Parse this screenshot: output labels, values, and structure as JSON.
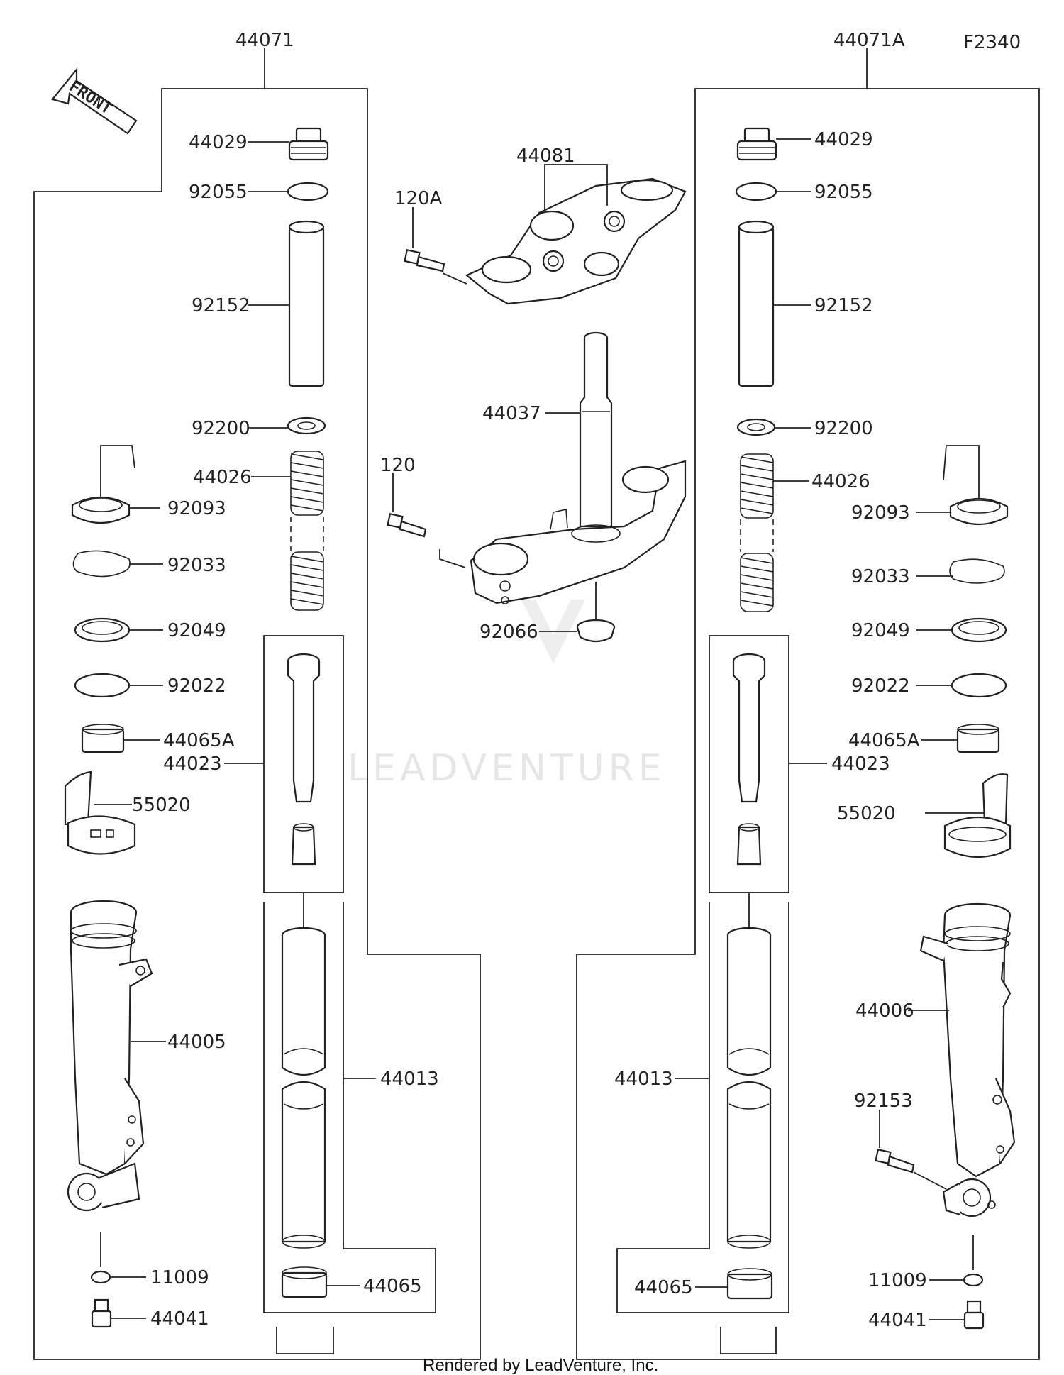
{
  "diagram_code": "F2340",
  "watermark": "LEADVENTURE",
  "footer": "Rendered by LeadVenture, Inc.",
  "front_arrow": "FRONT",
  "assemblies": {
    "left": "44071",
    "right": "44071A"
  },
  "labels": {
    "l_44029": "44029",
    "l_92055": "92055",
    "l_92152": "92152",
    "l_92200": "92200",
    "l_44026": "44026",
    "l_92093": "92093",
    "l_92033": "92033",
    "l_92049": "92049",
    "l_92022": "92022",
    "l_44065A": "44065A",
    "l_44023": "44023",
    "l_55020": "55020",
    "l_44005": "44005",
    "l_44013": "44013",
    "l_11009": "11009",
    "l_44065": "44065",
    "l_44041": "44041",
    "c_44081": "44081",
    "c_120A": "120A",
    "c_44037": "44037",
    "c_120": "120",
    "c_92066": "92066",
    "r_44029": "44029",
    "r_92055": "92055",
    "r_92152": "92152",
    "r_92200": "92200",
    "r_44026": "44026",
    "r_92093": "92093",
    "r_92033": "92033",
    "r_92049": "92049",
    "r_92022": "92022",
    "r_44065A": "44065A",
    "r_44023": "44023",
    "r_55020": "55020",
    "r_44006": "44006",
    "r_44013": "44013",
    "r_92153": "92153",
    "r_44065": "44065",
    "r_11009": "11009",
    "r_44041": "44041"
  }
}
